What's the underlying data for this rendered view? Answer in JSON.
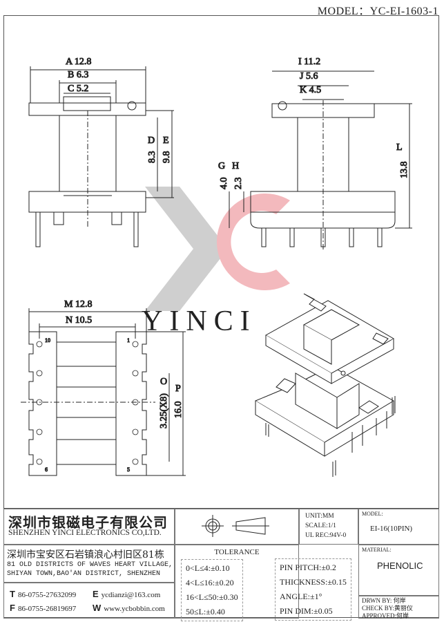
{
  "model_label": "MODEL：YC-EI-1603-1",
  "watermark": {
    "text": "YINCI",
    "chevron_color": "#c8c8c8",
    "c_color": "#f3b9bd"
  },
  "front_view": {
    "A": "A",
    "A_val": "12.8",
    "B": "B",
    "B_val": "6.3",
    "C": "C",
    "C_val": "5.2",
    "D": "D",
    "D_val": "8.3",
    "E": "E",
    "E_val": "9.8"
  },
  "side_view": {
    "I": "I",
    "I_val": "11.2",
    "J": "J",
    "J_val": "5.6",
    "K": "K",
    "K_val": "4.5",
    "G": "G",
    "G_val": "4.0",
    "H": "H",
    "H_val": "2.3",
    "L": "L",
    "L_val": "13.8"
  },
  "bottom_view": {
    "M": "M",
    "M_val": "12.8",
    "N": "N",
    "N_val": "10.5",
    "O": "O",
    "O_val": "3.25(X8)",
    "P": "P",
    "P_val": "16.0",
    "pin_10": "10",
    "pin_1": "1",
    "pin_6": "6",
    "pin_5": "5"
  },
  "title_block": {
    "company_cn": "深圳市银磁电子有限公司",
    "company_en": "SHENZHEN YINCI ELECTRONICS CO,LTD.",
    "address_cn": "深圳市宝安区石岩镇浪心村旧区81栋",
    "address_en1": "81 OLD DISTRICTS OF WAVES HEART VILLAGE,",
    "address_en2": "SHIYAN TOWN,BAO'AN DISTRICT, SHENZHEN",
    "tel_label": "T",
    "tel": "86-0755-27632099",
    "email_label": "E",
    "email": "ycdianzi@163.com",
    "fax_label": "F",
    "fax": "86-0755-26819697",
    "web_label": "W",
    "web": "www.ycbobbin.com",
    "unit": "UNIT:MM",
    "scale": "SCALE:1/1",
    "ul": "UL REC:94V-0",
    "model_title": "MODEL:",
    "model": "EI-16(10PIN)",
    "material_title": "MATERIAL:",
    "material": "PHENOLIC",
    "drawn": "DRWN BY: 何岸",
    "check": "CHECK BY:黄丽仪",
    "approved": "APPROVED:何岸",
    "tolerance_title": "TOLERANCE",
    "tolerances": [
      "0<L≤4:±0.10",
      "4<L≤16:±0.20",
      "16<L≤50:±0.30",
      "50≤L:±0.40"
    ],
    "specs": [
      "PIN PITCH:±0.2",
      "THICKNESS:±0.15",
      "ANGLE:±1°",
      "PIN DIM:±0.05"
    ]
  }
}
